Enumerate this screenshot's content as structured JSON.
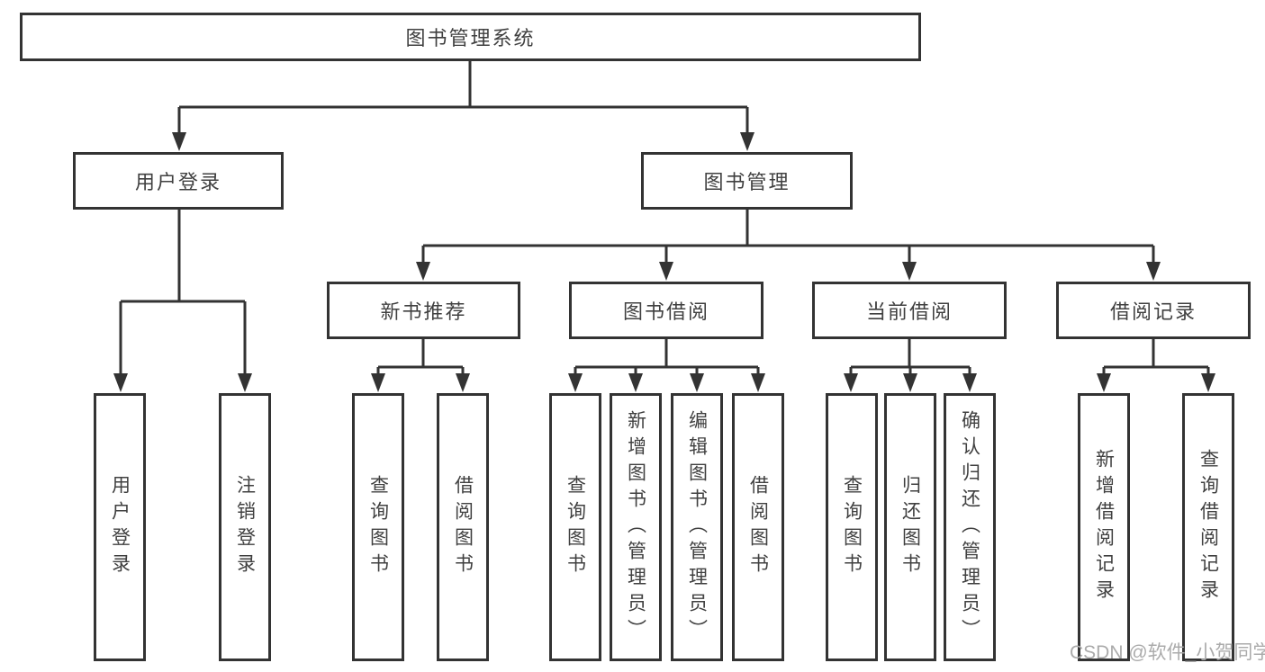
{
  "colors": {
    "line": "#333333",
    "box_fill": "#ffffff",
    "text": "#404040",
    "watermark": "#ababab"
  },
  "diagram": {
    "root": {
      "label": "图书管理系统"
    },
    "level2": [
      {
        "label": "用户登录"
      },
      {
        "label": "图书管理"
      }
    ],
    "level3": [
      {
        "label": "新书推荐"
      },
      {
        "label": "图书借阅"
      },
      {
        "label": "当前借阅"
      },
      {
        "label": "借阅记录"
      }
    ],
    "leaves": {
      "user_login": [
        "用户登录",
        "注销登录"
      ],
      "new_book_recommend": [
        "查询图书",
        "借阅图书"
      ],
      "book_borrow": [
        "查询图书",
        "新增图书（管理员）",
        "编辑图书（管理员）",
        "借阅图书"
      ],
      "current_borrow": [
        "查询图书",
        "归还图书",
        "确认归还（管理员）"
      ],
      "borrow_records": [
        "新增借阅记录",
        "查询借阅记录"
      ]
    }
  },
  "watermark": {
    "text": "CSDN @软件_小贺同学"
  }
}
